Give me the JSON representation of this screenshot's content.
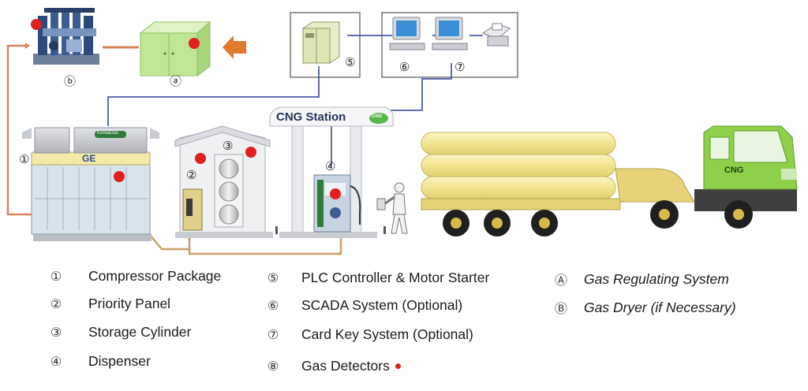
{
  "legend": {
    "col1": [
      {
        "num": "①",
        "label": "Compressor Package"
      },
      {
        "num": "②",
        "label": "Priority Panel"
      },
      {
        "num": "③",
        "label": "Storage Cylinder"
      },
      {
        "num": "④",
        "label": "Dispenser"
      }
    ],
    "col2": [
      {
        "num": "⑤",
        "label": "PLC Controller & Motor Starter"
      },
      {
        "num": "⑥",
        "label": "SCADA System (Optional)"
      },
      {
        "num": "⑦",
        "label": "Card Key System (Optional)"
      },
      {
        "num": "⑧",
        "label": "Gas Detectors"
      }
    ],
    "col3": [
      {
        "num": "Ⓐ",
        "label": "Gas Regulating System"
      },
      {
        "num": "Ⓑ",
        "label": "Gas Dryer (if Necessary)"
      }
    ]
  },
  "diagram": {
    "marker_a": "ⓐ",
    "marker_b": "ⓑ",
    "marker_1": "①",
    "marker_2": "②",
    "marker_3": "③",
    "marker_4": "④",
    "marker_5": "⑤",
    "marker_6": "⑥",
    "marker_7": "⑦",
    "station_sign": "CNG Station",
    "truck_label": "CNG",
    "compressor_brand": "GE",
    "compressor_badge": "KoreaGas",
    "canopy_logo": "CNG"
  },
  "colors": {
    "detector": "#e02020",
    "gas_line": "#c9a063",
    "signal_line": "#2e3e9a",
    "feed_arrow": "#e07a2c",
    "truck_green": "#8fd04a",
    "tube_yellow": "#f5eb9e"
  }
}
